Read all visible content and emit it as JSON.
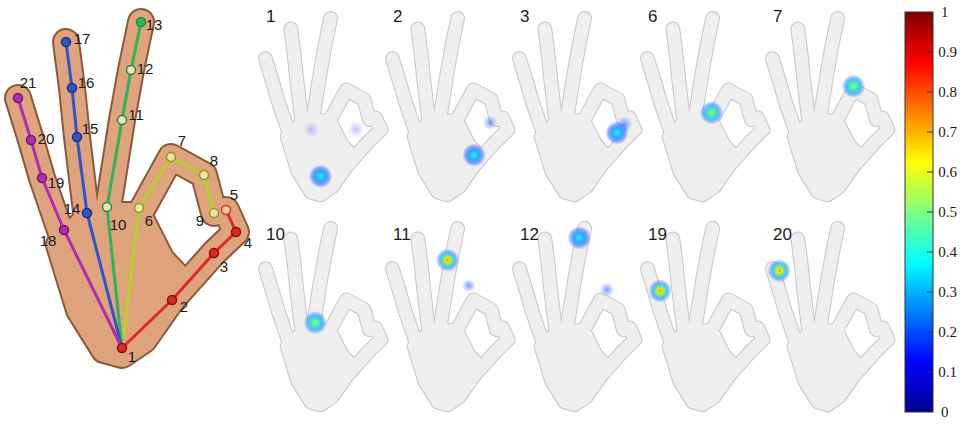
{
  "diagram": {
    "labels": [
      "1",
      "2",
      "3",
      "4",
      "5",
      "6",
      "7",
      "8",
      "9",
      "10",
      "11",
      "12",
      "13",
      "14",
      "15",
      "16",
      "17",
      "18",
      "19",
      "20",
      "21",
      "1",
      "2",
      "3",
      "6",
      "7",
      "10",
      "11",
      "12",
      "19",
      "20",
      "1",
      "0.9",
      "0.8",
      "0.7",
      "0.6",
      "0.5",
      "0.4",
      "0.3",
      "0.2",
      "0.1",
      "0"
    ]
  }
}
